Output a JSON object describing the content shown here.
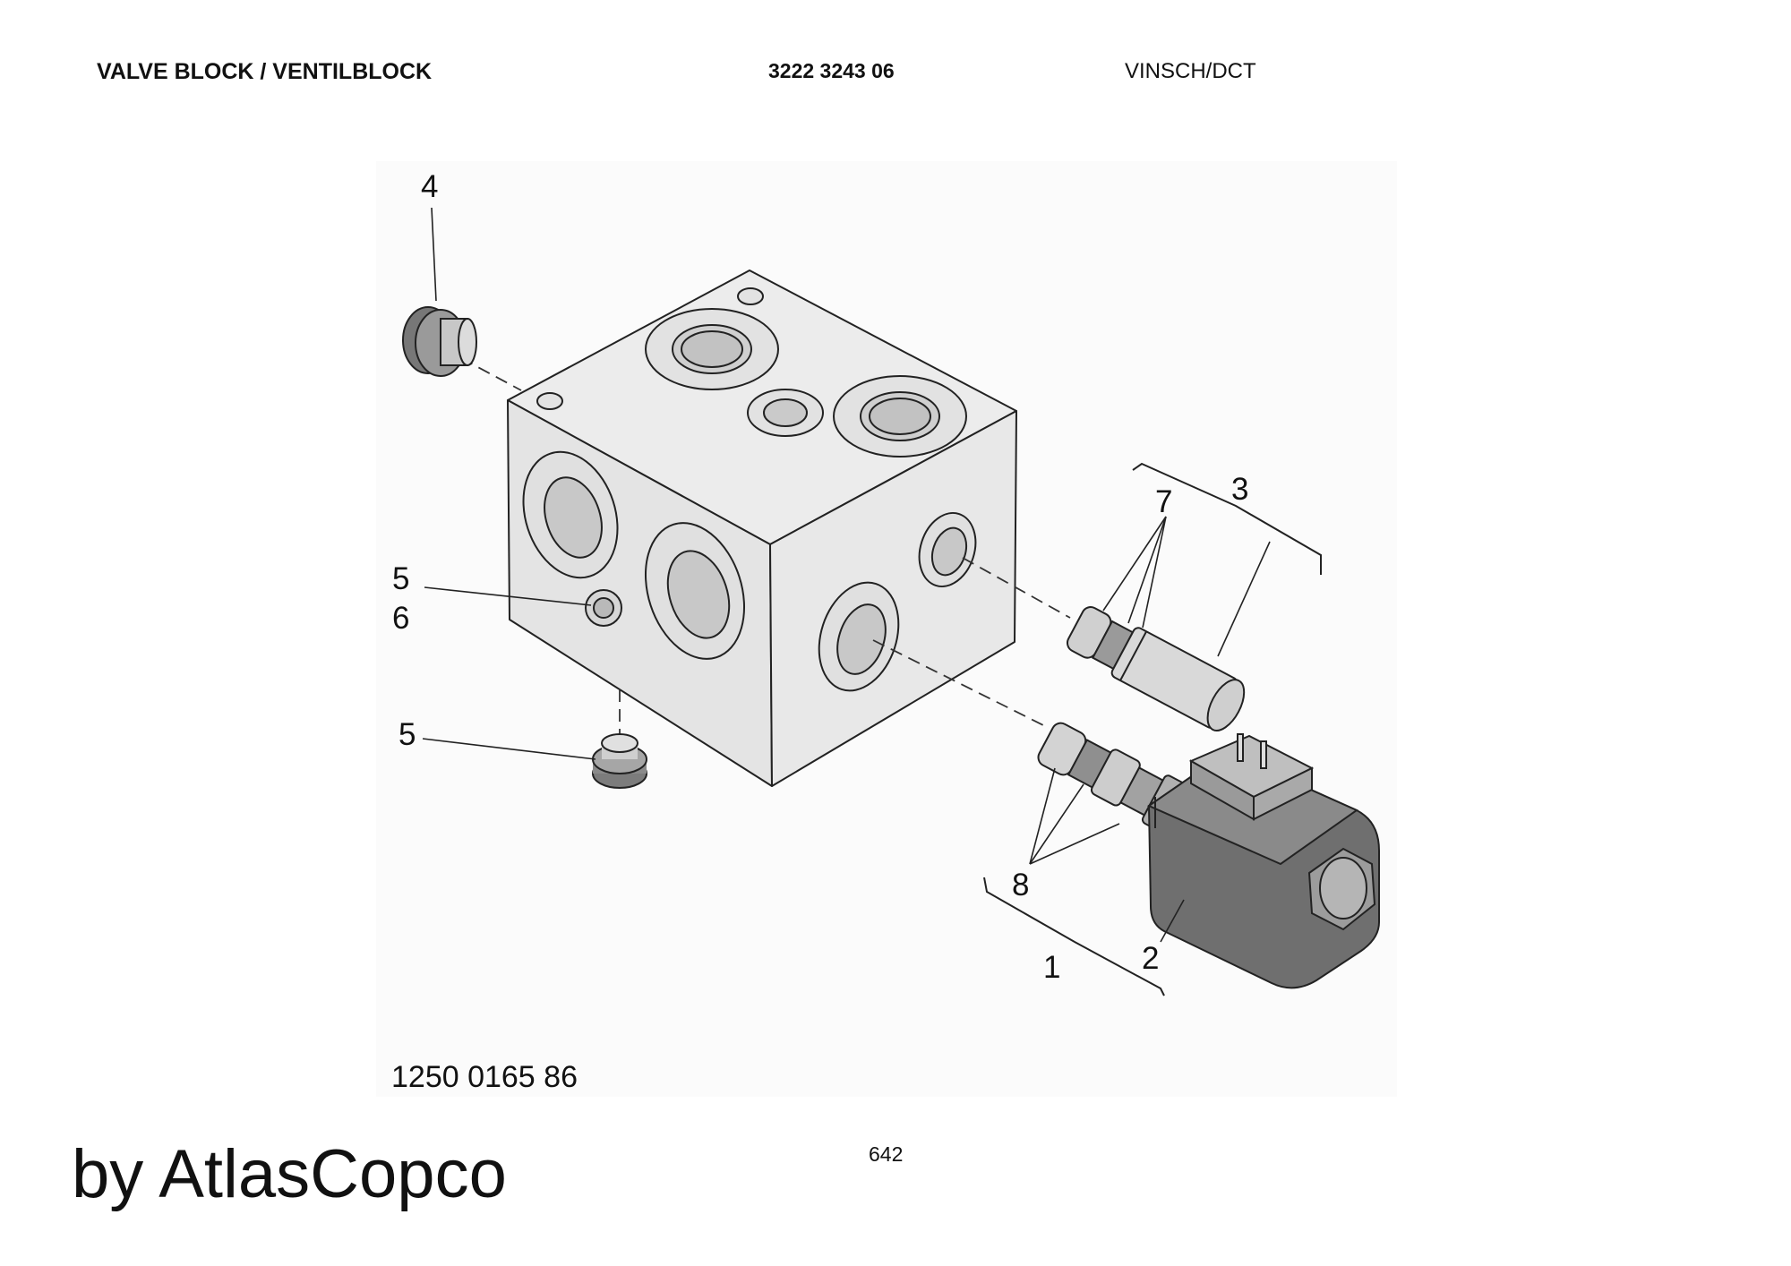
{
  "header": {
    "title": "VALVE BLOCK / VENTILBLOCK",
    "part_number": "3222 3243 06",
    "model": "VINSCH/DCT"
  },
  "callouts": {
    "c1": "1",
    "c2": "2",
    "c3": "3",
    "c4": "4",
    "c5a": "5",
    "c6": "6",
    "c5b": "5",
    "c7": "7",
    "c8": "8"
  },
  "drawing_number": "1250 0165 86",
  "page_number": "642",
  "brand": "by AtlasCopco",
  "colors": {
    "block_light": "#e9e9e9",
    "block_mid": "#dedede",
    "coil_dark": "#6f6f6f",
    "outline": "#222222"
  }
}
